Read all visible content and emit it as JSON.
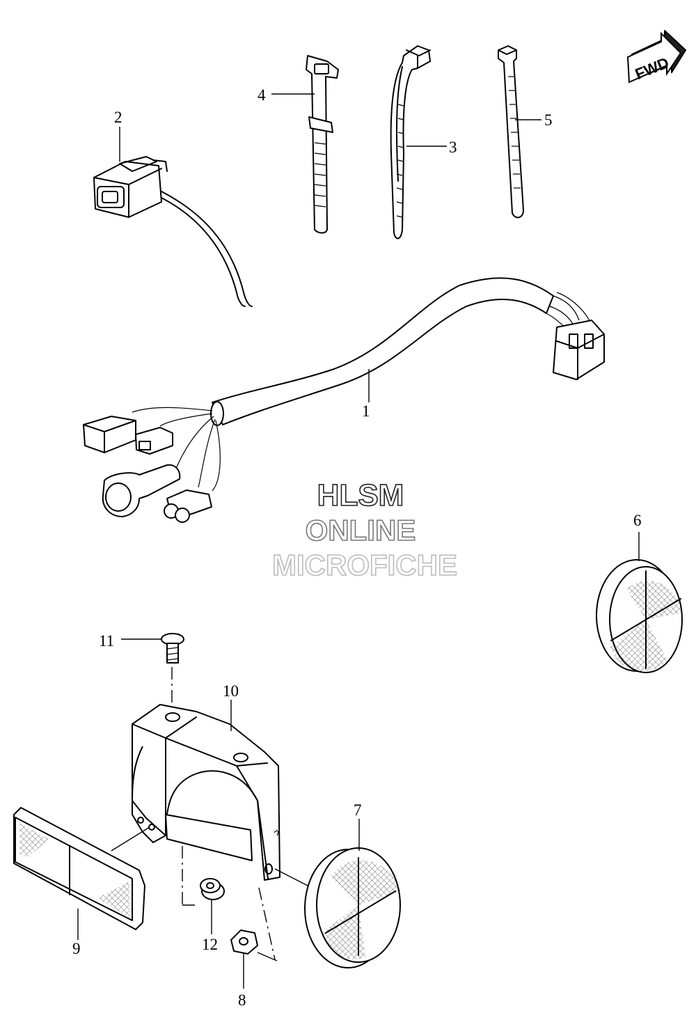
{
  "fwd_label": "FWD",
  "watermark": {
    "line1": "HLSM",
    "line2": "ONLINE",
    "line3": "MICROFICHE"
  },
  "callouts": {
    "c1": "1",
    "c2": "2",
    "c3": "3",
    "c4": "4",
    "c5": "5",
    "c6": "6",
    "c7": "7",
    "c8": "8",
    "c9": "9",
    "c10": "10",
    "c11": "11",
    "c12": "12"
  }
}
